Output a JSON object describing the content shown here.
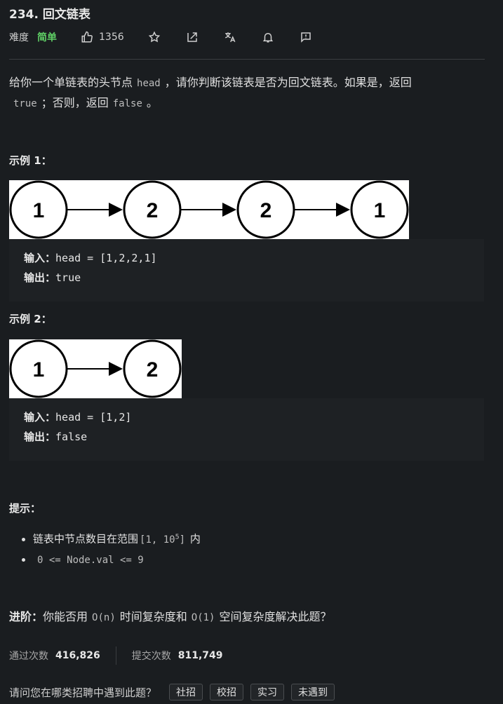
{
  "problem": {
    "title": "234. 回文链表",
    "difficulty_label": "难度",
    "difficulty": "简单",
    "likes": "1356"
  },
  "icons": [
    "thumbs-up-icon",
    "star-icon",
    "share-icon",
    "translate-icon",
    "bell-icon",
    "feedback-icon"
  ],
  "description": {
    "part1": "给你一个单链表的头节点",
    "code_head": "head",
    "part2": "，请你判断该链表是否为回文链表。如果是，返回",
    "code_true": "true",
    "part3": "；否则，返回",
    "code_false": "false",
    "part4": "。"
  },
  "examples": [
    {
      "title": "示例 1：",
      "nodes": [
        "1",
        "2",
        "2",
        "1"
      ],
      "input_label": "输入：",
      "input_value": "head = [1,2,2,1]",
      "output_label": "输出：",
      "output_value": "true"
    },
    {
      "title": "示例 2：",
      "nodes": [
        "1",
        "2"
      ],
      "input_label": "输入：",
      "input_value": "head = [1,2]",
      "output_label": "输出：",
      "output_value": "false"
    }
  ],
  "tips": {
    "title": "提示：",
    "item1_text": "链表中节点数目在范围",
    "item1_code": "[1, 10",
    "item1_sup": "5",
    "item1_code_end": "]",
    "item1_tail": "内",
    "item2_code": "0 <= Node.val <= 9"
  },
  "advance": {
    "label": "进阶：",
    "part1": "你能否用",
    "code1": "O(n)",
    "part2": "时间复杂度和",
    "code2": "O(1)",
    "part3": "空间复杂度解决此题？"
  },
  "stats": {
    "accepted_label": "通过次数",
    "accepted_value": "416,826",
    "submitted_label": "提交次数",
    "submitted_value": "811,749"
  },
  "recruit": {
    "question": "请问您在哪类招聘中遇到此题？",
    "options": [
      "社招",
      "校招",
      "实习",
      "未遇到"
    ]
  }
}
